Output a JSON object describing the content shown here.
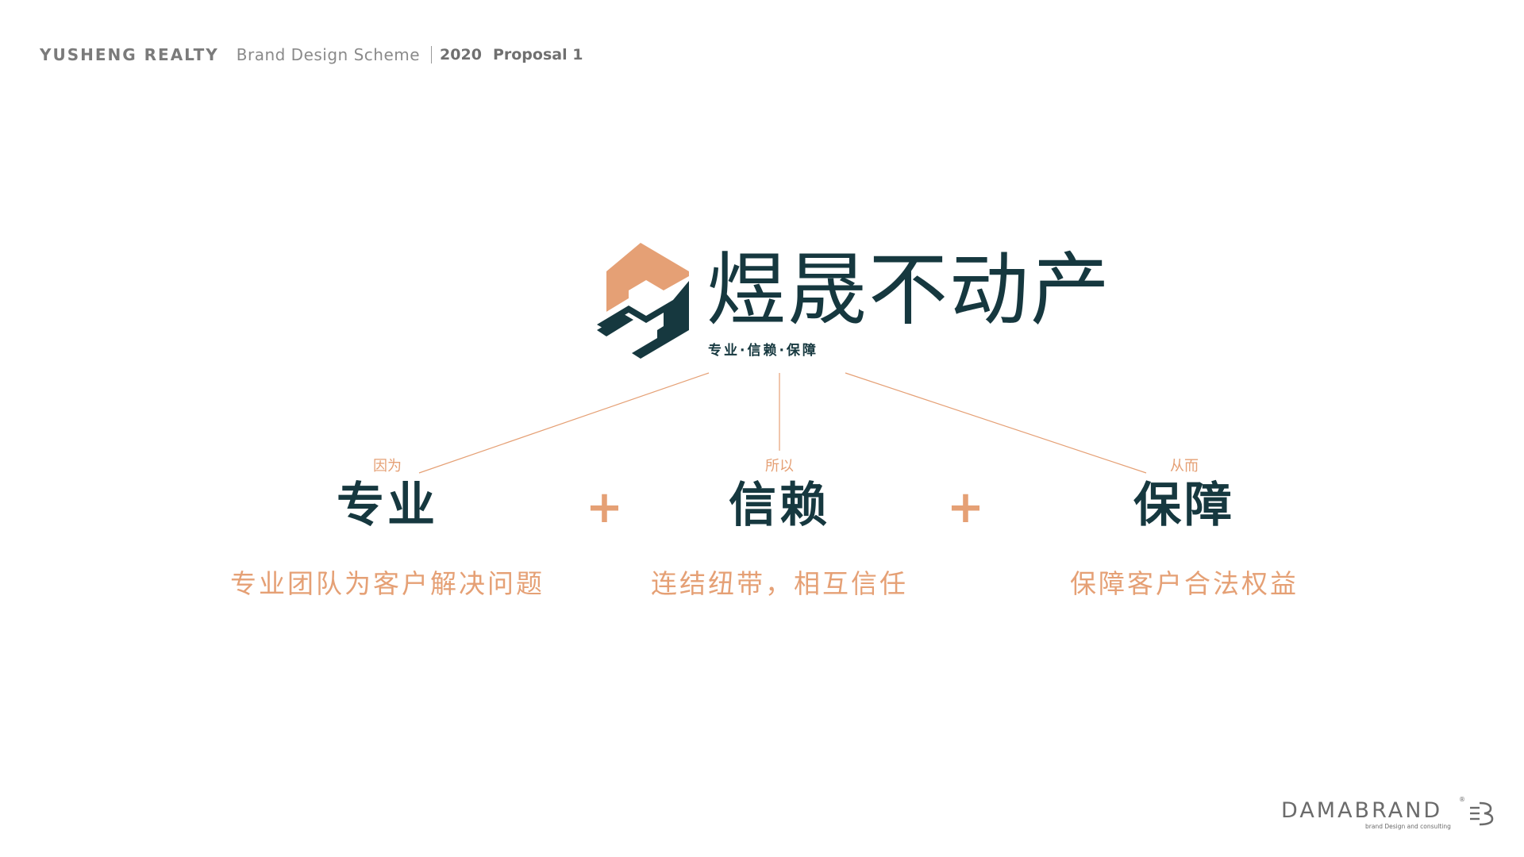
{
  "header": {
    "brand": "YUSHENG REALTY",
    "scheme": "Brand Design Scheme",
    "year": "2020",
    "proposal": "Proposal 1"
  },
  "logo": {
    "name": "煜晟不动产",
    "tagline": "专业·信赖·保障",
    "icon": "hexagon-s-logo-icon"
  },
  "pillars": [
    {
      "small": "因为",
      "big": "专业",
      "desc": "专业团队为客户解决问题"
    },
    {
      "small": "所以",
      "big": "信赖",
      "desc": "连结纽带，相互信任"
    },
    {
      "small": "从而",
      "big": "保障",
      "desc": "保障客户合法权益"
    }
  ],
  "plus_symbol": "+",
  "footer": {
    "brand": "DAMABRAND",
    "sub": "brand Design and consulting",
    "reg": "®",
    "icon": "dama-b-icon"
  },
  "colors": {
    "navy": "#16383f",
    "orange": "#e5a075",
    "gray": "#7b7b7b"
  }
}
